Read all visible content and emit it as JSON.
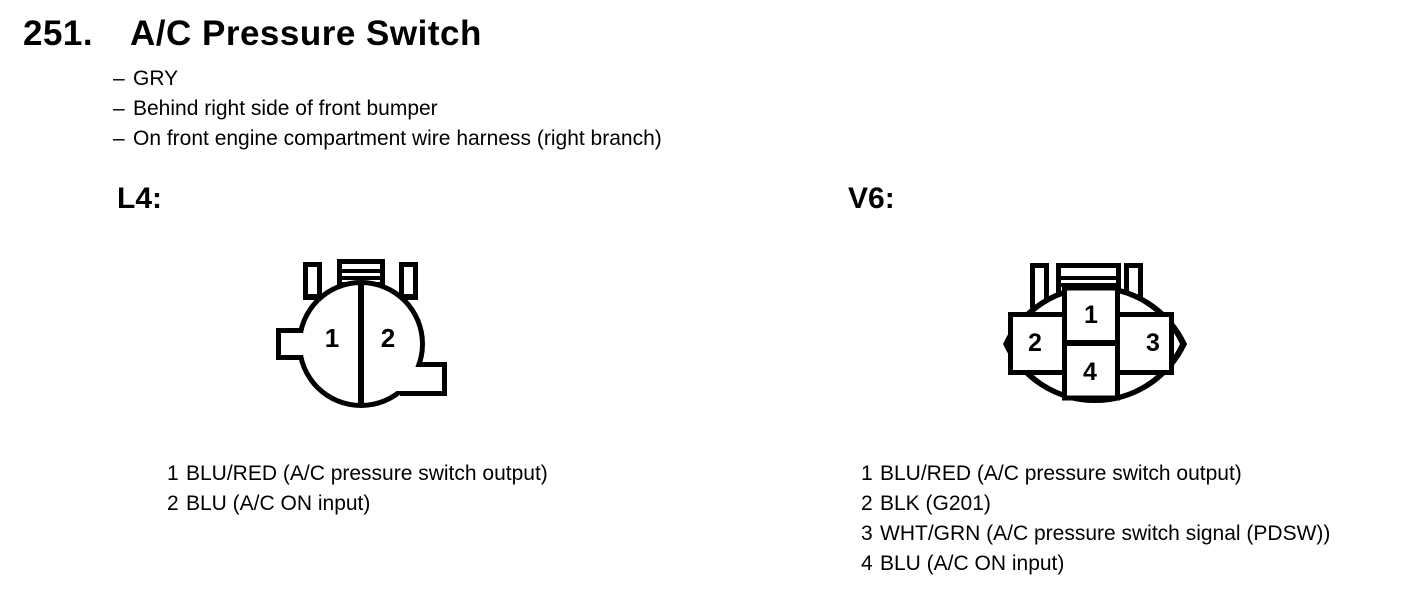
{
  "page": {
    "title_number": "251.",
    "title": "A/C Pressure Switch",
    "bullet": "–",
    "notes": [
      "GRY",
      "Behind right side of front bumper",
      "On front engine compartment wire harness (right branch)"
    ]
  },
  "sections": {
    "l4": {
      "label": "L4:",
      "pins": {
        "p1": "1",
        "p2": "2"
      },
      "legend": [
        {
          "pin": "1",
          "desc": "BLU/RED (A/C pressure switch output)"
        },
        {
          "pin": "2",
          "desc": "BLU (A/C ON input)"
        }
      ]
    },
    "v6": {
      "label": "V6:",
      "pins": {
        "p1": "1",
        "p2": "2",
        "p3": "3",
        "p4": "4"
      },
      "legend": [
        {
          "pin": "1",
          "desc": "BLU/RED (A/C pressure switch output)"
        },
        {
          "pin": "2",
          "desc": "BLK (G201)"
        },
        {
          "pin": "3",
          "desc": "WHT/GRN (A/C pressure switch signal (PDSW))"
        },
        {
          "pin": "4",
          "desc": "BLU (A/C ON input)"
        }
      ]
    }
  },
  "colors": {
    "ink": "#000000",
    "paper": "#ffffff"
  }
}
